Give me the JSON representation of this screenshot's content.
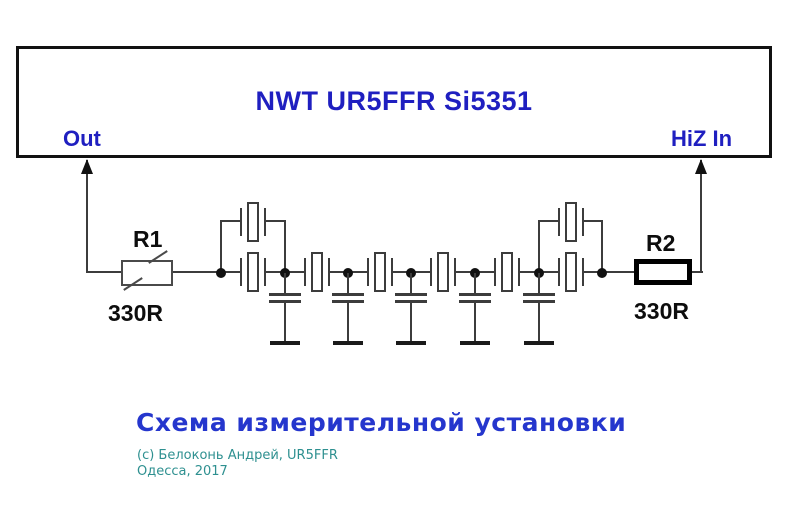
{
  "device_box": {
    "title": "NWT UR5FFR Si5351",
    "port_out": "Out",
    "port_in": "HiZ In"
  },
  "components": {
    "r1": {
      "designator": "R1",
      "value": "330R"
    },
    "r2": {
      "designator": "R2",
      "value": "330R"
    },
    "crystal_filter": {
      "series_crystals": 6,
      "parallel_bridge_crystals": 2,
      "shunt_capacitors_to_ground": 5,
      "junction_nodes": 7
    }
  },
  "caption": {
    "heading": "Схема измерительной установки",
    "credit_line1": "(с) Белоконь Андрей, UR5FFR",
    "credit_line2": "Одесса, 2017"
  },
  "colors": {
    "label_blue": "#1f1fc0",
    "heading_blue": "#2536cd",
    "credit_teal": "#2e9090",
    "wire_gray": "#3c3c3c"
  }
}
